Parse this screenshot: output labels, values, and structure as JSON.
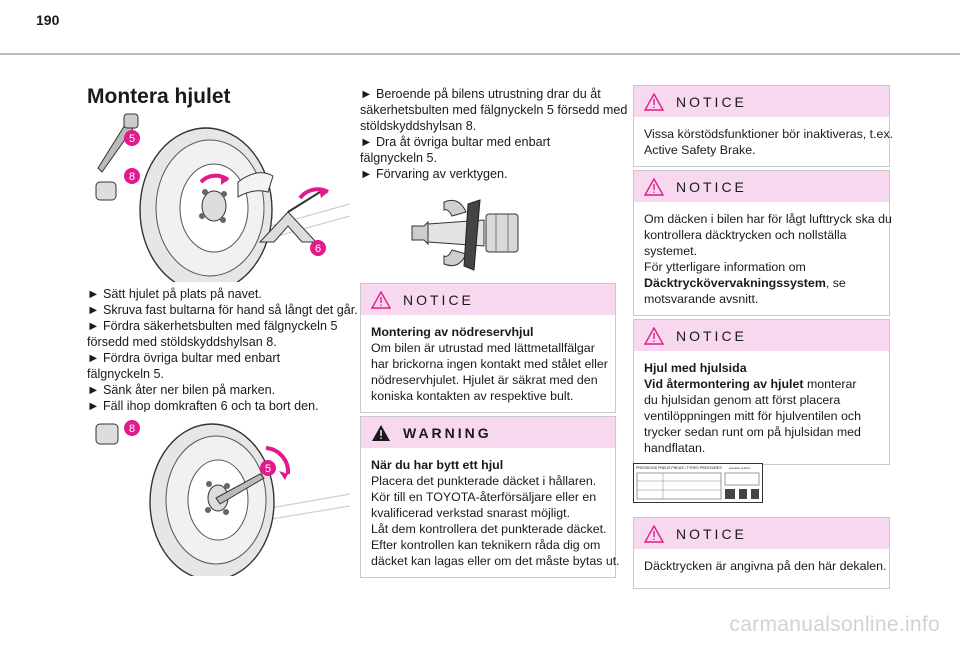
{
  "page": {
    "number": "190",
    "watermark": "carmanualsonline.info"
  },
  "section": {
    "title": "Montera hjulet"
  },
  "illustration1": {
    "labels": [
      "5",
      "8",
      "6"
    ]
  },
  "illustration2": {
    "labels": [
      "8",
      "5"
    ]
  },
  "left_steps": [
    "► Sätt hjulet på plats på navet.",
    "► Skruva fast bultarna för hand så långt det går.",
    "► Fördra säkerhetsbulten med fälgnyckeln  5",
    "försedd med stöldskyddshylsan 8.",
    "► Fördra övriga bultar med enbart",
    "fälgnyckeln  5.",
    "► Sänk åter ner bilen på marken.",
    "► Fäll ihop domkraften  6 och ta bort den."
  ],
  "mid_steps": [
    "► Beroende på bilens utrustning drar du åt",
    "säkerhetsbulten med fälgnyckeln 5 försedd med",
    "stöldskyddshylsan 8.",
    "► Dra åt övriga bultar med enbart",
    "fälgnyckeln  5.",
    "► Förvaring av verktygen."
  ],
  "notice1": {
    "heading": "NOTICE",
    "bold_title": "Montering av nödreservhjul",
    "lines": [
      "Om bilen är utrustad med lättmetallfälgar",
      "har brickorna ingen kontakt med stålet eller",
      "nödreservhjulet. Hjulet är säkrat med den",
      "koniska kontakten av respektive bult."
    ]
  },
  "warning1": {
    "heading": "WARNING",
    "bold_title": "När du har bytt ett hjul",
    "lines": [
      "Placera det punkterade däcket i hållaren.",
      "Kör till en TOYOTA-återförsäljare eller en",
      "kvalificerad verkstad snarast möjligt.",
      "Låt dem kontrollera det punkterade däcket.",
      "Efter kontrollen kan teknikern råda dig om",
      "däcket kan lagas eller om det måste bytas ut."
    ]
  },
  "notice2": {
    "heading": "NOTICE",
    "lines": [
      "Vissa körstödsfunktioner bör inaktiveras, t.ex.",
      "Active Safety Brake."
    ]
  },
  "notice3": {
    "heading": "NOTICE",
    "lines": [
      "Om däcken i bilen har för lågt lufttryck ska du",
      "kontrollera däcktrycken och nollställa",
      "systemet.",
      "För ytterligare information om"
    ],
    "bold_line": "Däcktryckövervakningssystem",
    "bold_line_suffix": ", se",
    "last_line": "motsvarande avsnitt."
  },
  "notice4": {
    "heading": "NOTICE",
    "bold_title1": "Hjul med hjulsida",
    "bold_title2": "Vid återmontering av hjulet",
    "title2_suffix": " monterar",
    "lines": [
      "du hjulsidan genom att först placera",
      "ventilöppningen mitt för hjulventilen och",
      "trycker sedan runt om på hjulsidan med",
      "handflatan."
    ]
  },
  "tire_label": {
    "heading": "PRESSIONS PNEUS PNEUS / TYRES PRESSURES",
    "small": "pression à froid"
  },
  "notice5": {
    "heading": "NOTICE",
    "lines": [
      "Däcktrycken är angivna på den här dekalen."
    ]
  },
  "colors": {
    "notice_header": "#f7d8ef",
    "callout_pink": "#e21a8c"
  }
}
